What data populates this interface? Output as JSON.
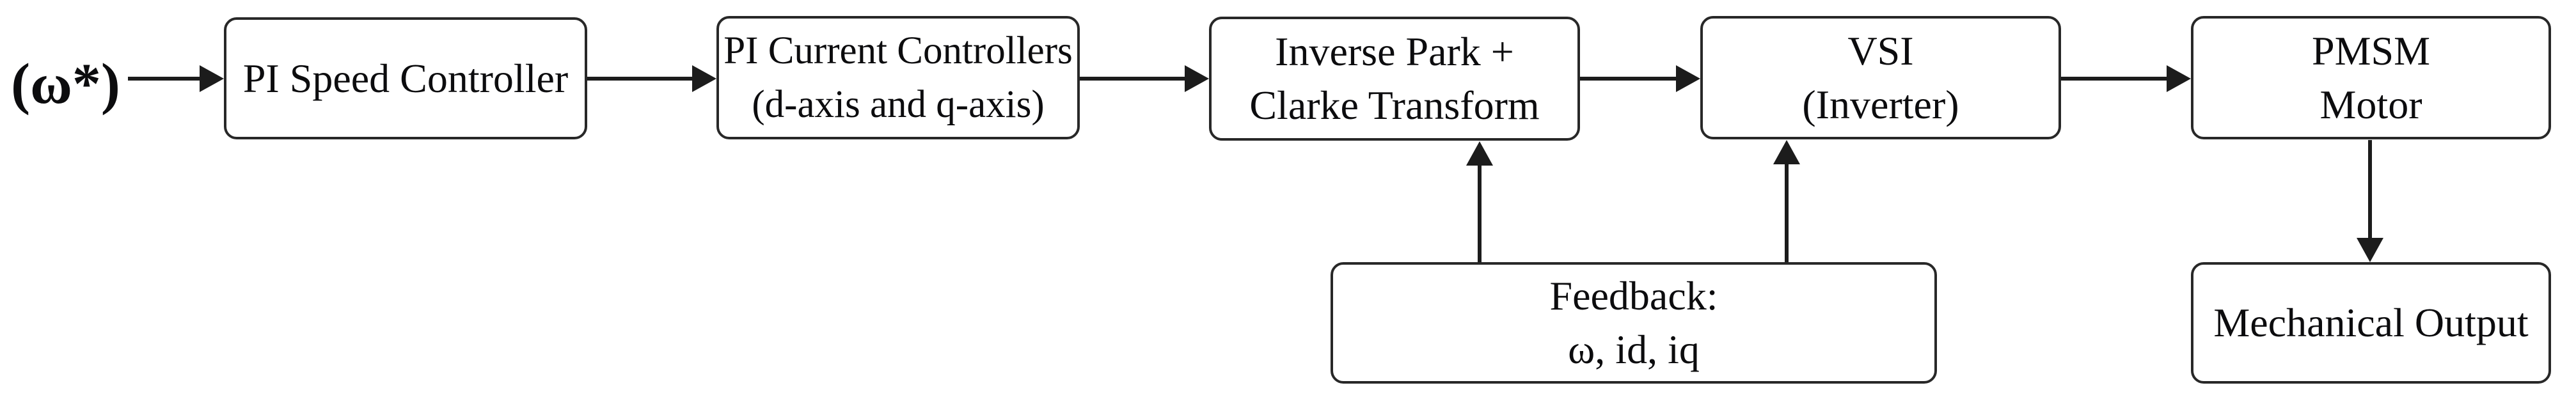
{
  "diagram": {
    "title_semantic": "PMSM field-oriented control block diagram",
    "input_label": "(ω*)",
    "blocks": {
      "pi_speed": {
        "line1": "PI Speed Controller"
      },
      "pi_current": {
        "line1": "PI Current Controllers",
        "line2": "(d-axis and q-axis)"
      },
      "inverse_park": {
        "line1": "Inverse Park +",
        "line2": "Clarke Transform"
      },
      "vsi": {
        "line1": "VSI",
        "line2": "(Inverter)"
      },
      "pmsm": {
        "line1": "PMSM",
        "line2": "Motor"
      },
      "feedback": {
        "line1": "Feedback:",
        "line2": "ω, id, iq"
      },
      "mechanical_output": {
        "line1": "Mechanical Output"
      }
    },
    "connections": [
      {
        "from": "speed_reference",
        "to": "pi_speed",
        "type": "arrow-right"
      },
      {
        "from": "pi_speed",
        "to": "pi_current",
        "type": "arrow-right"
      },
      {
        "from": "pi_current",
        "to": "inverse_park",
        "type": "arrow-right"
      },
      {
        "from": "inverse_park",
        "to": "vsi",
        "type": "arrow-right"
      },
      {
        "from": "vsi",
        "to": "pmsm",
        "type": "arrow-right"
      },
      {
        "from": "feedback",
        "to": "inverse_park",
        "type": "arrow-up"
      },
      {
        "from": "feedback",
        "to": "vsi",
        "type": "arrow-up"
      },
      {
        "from": "pmsm",
        "to": "mechanical_output",
        "type": "arrow-down"
      }
    ],
    "colors": {
      "background": "#ffffff",
      "line": "#1c1c1c",
      "border": "#282828",
      "text": "#0c0c0e"
    }
  }
}
